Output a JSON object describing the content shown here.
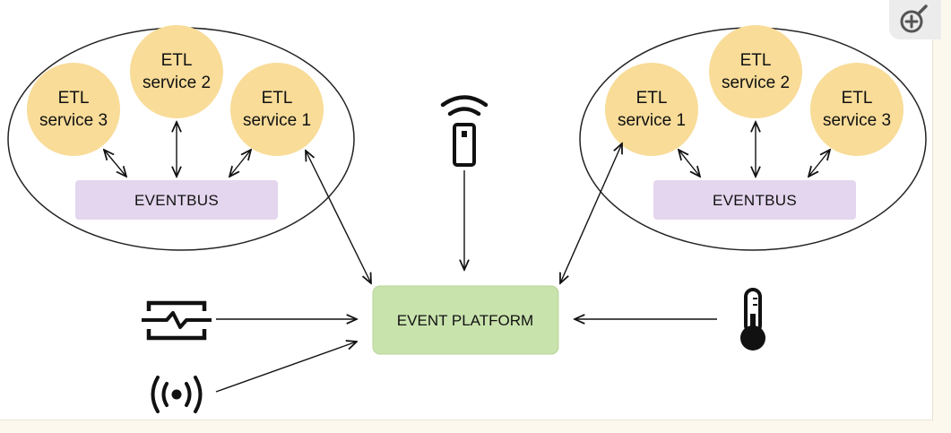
{
  "colors": {
    "etl_fill": "#f8dc98",
    "bus_fill": "#e4d6ee",
    "platform_fill": "#c9e3ad",
    "platform_stroke": "#b6d49a",
    "cluster_stroke": "#222222",
    "arrow": "#111111"
  },
  "left_cluster": {
    "services": [
      {
        "line1": "ETL",
        "line2": "service 3"
      },
      {
        "line1": "ETL",
        "line2": "service 2"
      },
      {
        "line1": "ETL",
        "line2": "service 1"
      }
    ],
    "eventbus_label": "EVENTBUS"
  },
  "right_cluster": {
    "services": [
      {
        "line1": "ETL",
        "line2": "service 1"
      },
      {
        "line1": "ETL",
        "line2": "service 2"
      },
      {
        "line1": "ETL",
        "line2": "service 3"
      }
    ],
    "eventbus_label": "EVENTBUS"
  },
  "platform": {
    "label": "EVENT PLATFORM"
  },
  "sources": [
    {
      "icon": "remote-control-icon"
    },
    {
      "icon": "pulse-monitor-icon"
    },
    {
      "icon": "broadcast-signal-icon"
    },
    {
      "icon": "thermometer-icon"
    }
  ],
  "toolbar": {
    "zoom_icon": "zoom-in-icon"
  }
}
